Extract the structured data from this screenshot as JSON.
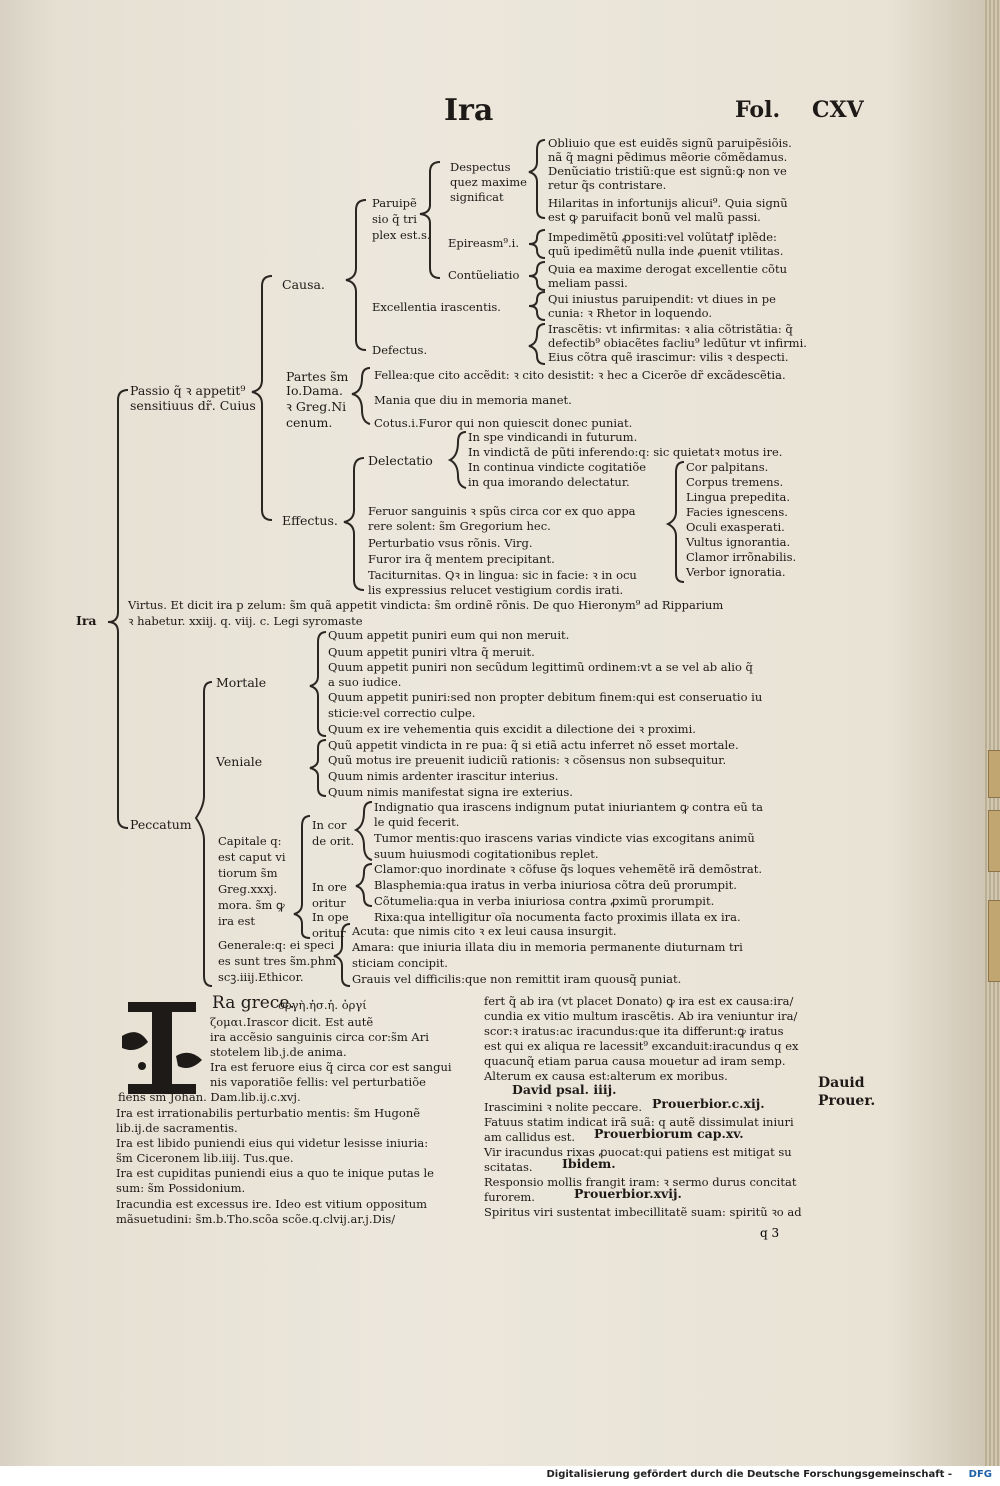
{
  "header": {
    "title": "Ira",
    "folio_label": "Fol.",
    "folio_number": "CXV"
  },
  "tree_text": {
    "root": "Ira",
    "oblivio": [
      "Obliuio que est euidẽs signũ paruipẽsiõis.",
      "nã q̃ magni pẽdimus mẽorie cõmẽdamus.",
      "Denũciatio tristiũ:que est signũ:ꝙ non ve",
      "retur q̃s contristare.",
      "Hilaritas in infortunijs alicui⁹. Quia signũ",
      "est ꝙ paruifacit bonũ vel malũ passi.",
      "Impedimẽtũ ꝓpositi:vel volũtatꝭ iplẽde:",
      "quũ ipedimẽtũ nulla inde ꝓuenit vtilitas.",
      "Quia ea maxime derogat excellentie cõtu",
      "meliam passi.",
      "Qui iniustus paruipendit: vt diues in pe",
      "cunia: ꝛ Rhetor in loquendo.",
      "Irascẽtis: vt infirmitas: ꝛ alia cõtristãtia: q̃",
      "defectib⁹ obiacẽtes facliu⁹ ledũtur vt infirmi.",
      "Eius cõtra quẽ irascimur: vilis ꝛ despecti."
    ],
    "despectus": [
      "Despectus",
      "quez maxime",
      "significat"
    ],
    "paruipensio": [
      "Paruipẽ",
      "sio q̃ tri",
      "plex est.s."
    ],
    "epireasmus": "Epireasm⁹.i.",
    "contumeliatio": "Contũeliatio",
    "excellentia": "Excellentia irascentis.",
    "defectus": "Defectus.",
    "causa": "Causa.",
    "partes": [
      "Partes s̃m",
      "Io.Dama.",
      "ꝛ Greg.Ni",
      "cenum."
    ],
    "partes_items": [
      "Fellea:que cito accẽdit: ꝛ cito desistit: ꝛ hec a Cicerõe dr̃ excãdescẽtia.",
      "Mania que diu in memoria manet.",
      "Cotus.i.Furor qui non quiescit donec puniat."
    ],
    "passio": [
      "Passio q̃ ꝛ appetit⁹",
      "sensitiuus dr̃. Cuius"
    ],
    "delectatio": "Delectatio",
    "delectatio_items": [
      "In spe vindicandi in futurum.",
      "In vindictã de pũti inferendo:q: sic quietatꝛ motus ire.",
      "In continua vindicte cogitatiõe",
      "in qua imorando delectatur."
    ],
    "signs": [
      "Cor palpitans.",
      "Corpus tremens.",
      "Lingua prepedita.",
      "Facies ignescens.",
      "Oculi exasperati.",
      "Vultus ignorantia.",
      "Clamor irrõnabilis.",
      "Verbor ignoratia."
    ],
    "effectus": "Effectus.",
    "effectus_items": [
      "Feruor sanguinis ꝛ spũs circa cor ex quo appa",
      "rere solent: s̃m Gregorium hec.",
      "Perturbatio vsus rõnis. Virg.",
      "Furor ira q̃ mentem precipitant.",
      "Taciturnitas. Qꝛ in lingua: sic in facie: ꝛ in ocu",
      "lis expressius relucet vestigium cordis irati."
    ],
    "virtus": [
      "Virtus. Et dicit ira p zelum: s̃m quã appetit vindicta: s̃m ordinẽ rõnis. De quo Hieronym⁹ ad Ripparium",
      "ꝛ habetur. xxiij. q. viij. c. Legi syromaste"
    ],
    "mortale_items": [
      "Quum appetit puniri eum qui non meruit.",
      "Quum appetit puniri vltra q̃ meruit.",
      "Quum appetit puniri non secũdum legittimũ ordinem:vt a se vel ab alio q̃",
      "a suo iudice.",
      "Quum appetit puniri:sed non propter debitum finem:qui est conseruatio iu",
      "sticie:vel correctio culpe.",
      "Quum ex ire vehementia quis excidit a dilectione dei ꝛ proximi."
    ],
    "mortale": "Mortale",
    "veniale": "Veniale",
    "veniale_items": [
      "Quũ appetit vindicta in re pua: q̃ si etiã actu inferret nõ esset mortale.",
      "Quũ motus ire preuenit iudiciũ rationis: ꝛ cõsensus non subsequitur.",
      "Quum nimis ardenter irascitur interius.",
      "Quum nimis manifestat signa ire exterius."
    ],
    "peccatum": "Peccatum",
    "capitale": [
      "Capitale q:",
      "est caput vi",
      "tiorum s̃m",
      "Greg.xxxj.",
      "mora. s̃m ꝙ",
      "ira est"
    ],
    "in_corde": [
      "In cor",
      "de orit."
    ],
    "in_ore": [
      "In ore",
      "oritur"
    ],
    "in_opere": [
      "In ope",
      "oritur"
    ],
    "capitale_items": [
      "Indignatio qua irascens indignum putat iniuriantem ꝙ contra eũ ta",
      "le quid fecerit.",
      "Tumor mentis:quo irascens varias vindicte vias excogitans animũ",
      "suum huiusmodi cogitationibus replet.",
      "Clamor:quo inordinate ꝛ cõfuse q̃s loques vehemẽtẽ irã demõstrat.",
      "Blasphemia:qua iratus in verba iniuriosa cõtra deũ prorumpit.",
      "Cõtumelia:qua in verba iniuriosa contra ꝓximũ prorumpit.",
      "Rixa:qua intelligitur oĩa nocumenta facto proximis illata ex ira."
    ],
    "generale": [
      "Generale:q: ei speci",
      "es sunt tres s̃m.phm",
      "scꝫ.iiij.Ethicor."
    ],
    "generale_items": [
      "Acuta: que nimis cito ꝛ ex leui causa insurgit.",
      "Amara: que iniuria illata diu in memoria permanente diuturnam tri",
      "sticiam concipit.",
      "Grauis vel difficilis:que non remittit iram quousq̃ puniat."
    ]
  },
  "commentary_left": [
    "Ra grece.",
    "ὀργὴ.ἠσ.ἡ. ὀργί",
    "ζομαι.Irascor dicit. Est autẽ",
    "ira accẽsio sanguinis circa cor:s̃m Ari",
    "stotelem lib.j.de anima.",
    "Ira est feruore eius q̃ circa cor est sangui",
    "nis vaporatiõe fellis: vel perturbatiõe",
    "fiens s̃m Johan. Dam.lib.ij.c.xvj.",
    "Ira est irrationabilis perturbatio mentis: s̃m Hugonẽ",
    "lib.ij.de sacramentis.",
    "Ira est libido puniendi eius qui videtur lesisse iniuria:",
    "s̃m Ciceronem lib.iiij. Tus.que.",
    "Ira est cupiditas puniendi eius a quo te inique putas le",
    "sum: s̃m Possidonium.",
    "Iracundia est excessus ire. Ideo est vitium oppositum",
    "mãsuetudini: s̃m.b.Tho.scõa scõe.q.clvij.ar.j.Dis/"
  ],
  "commentary_right": [
    "fert q̃ ab ira (vt placet Donato) ꝙ ira est ex causa:ira/",
    "cundia ex vitio multum irascẽtis. Ab ira veniuntur ira/",
    "scor:ꝛ iratus:ac iracundus:que ita differunt:ꝙ iratus",
    "est qui ex aliqua re lacessit⁹ excanduit:iracundus q ex",
    "quacunq̃ etiam parua causa mouetur ad iram semp.",
    "Alterum ex causa est:alterum ex moribus.",
    "David psal. iiij.",
    "Irascimini ꝛ nolite peccare.",
    "Prouerbior.c.xij.",
    "Fatuus statim indicat irã suã: q autẽ dissimulat iniuri",
    "am callidus est.",
    "Prouerbiorum cap.xv.",
    "Vir iracundus rixas ꝓuocat:qui patiens est mitigat su",
    "scitatas.",
    "Ibidem.",
    "Responsio mollis frangit iram: ꝛ sermo durus concitat",
    "furorem.",
    "Prouerbior.xvij.",
    "Spiritus viri sustentat imbecillitatẽ suam: spiritũ ꝛo ad"
  ],
  "signature": "q 3",
  "margin_note": [
    "Dauid",
    "Prouer."
  ],
  "footer": {
    "credit": "Digitalisierung gefördert durch die Deutsche Forschungsgemeinschaft -",
    "logo": "DFG"
  },
  "colors": {
    "paper": "#ece7dc",
    "ink": "#1d1a17",
    "dfg_blue": "#1b5fa6"
  }
}
